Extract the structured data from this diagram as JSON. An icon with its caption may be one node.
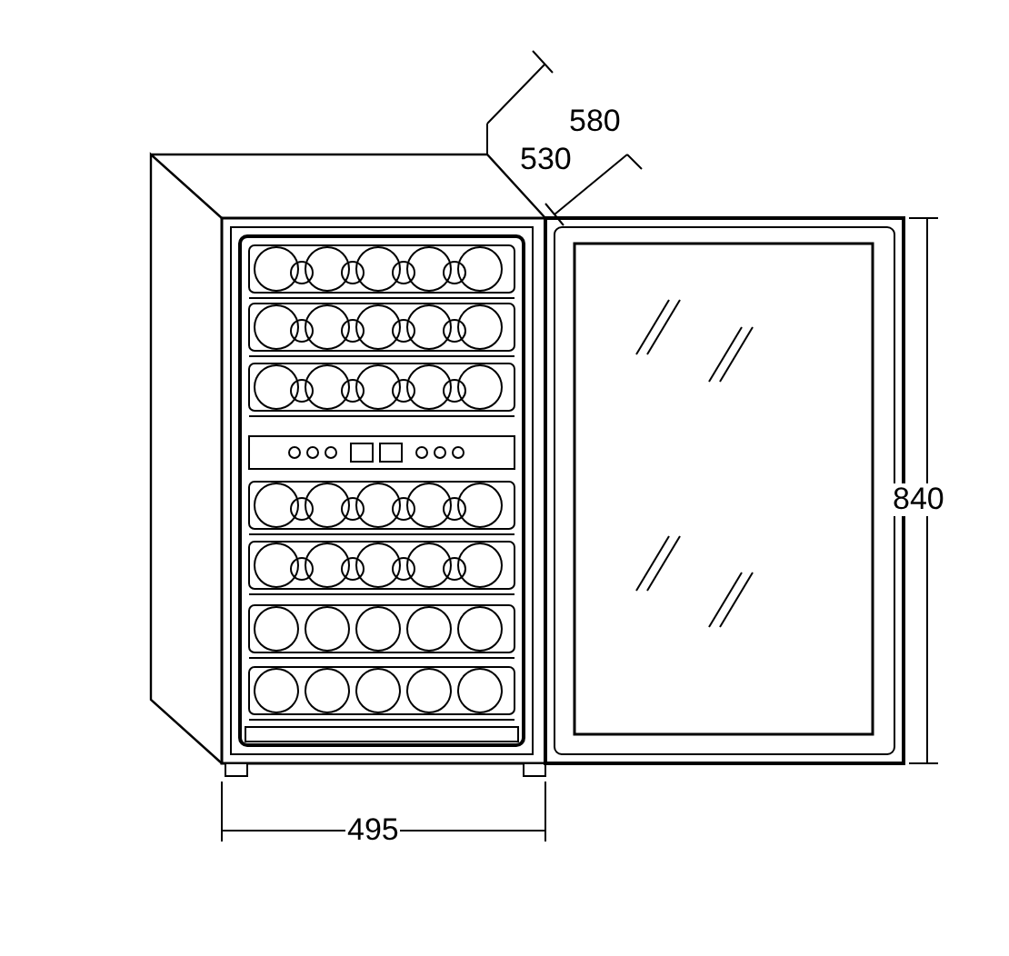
{
  "diagram": {
    "labels": [
      "580",
      "530",
      "840",
      "495"
    ]
  }
}
